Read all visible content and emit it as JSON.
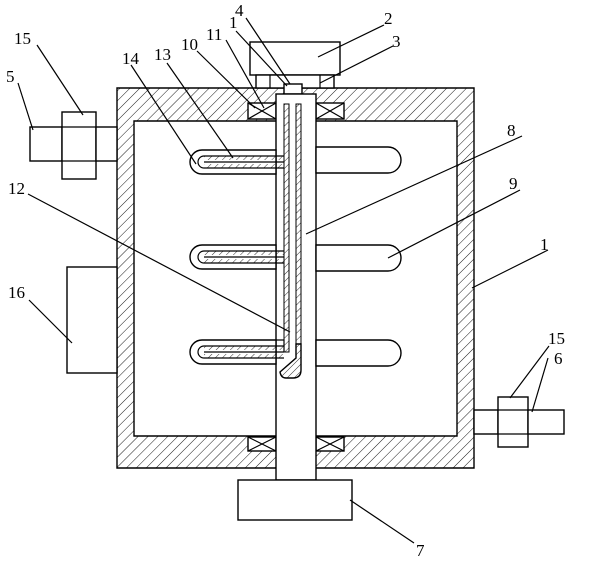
{
  "labels": {
    "l1_body": "1",
    "l1_top": "1",
    "l2": "2",
    "l3": "3",
    "l4": "4",
    "l5": "5",
    "l6": "6",
    "l7": "7",
    "l8": "8",
    "l9": "9",
    "l10": "10",
    "l11": "11",
    "l12": "12",
    "l13": "13",
    "l14": "14",
    "l15_left": "15",
    "l15_right": "15",
    "l16": "16"
  }
}
